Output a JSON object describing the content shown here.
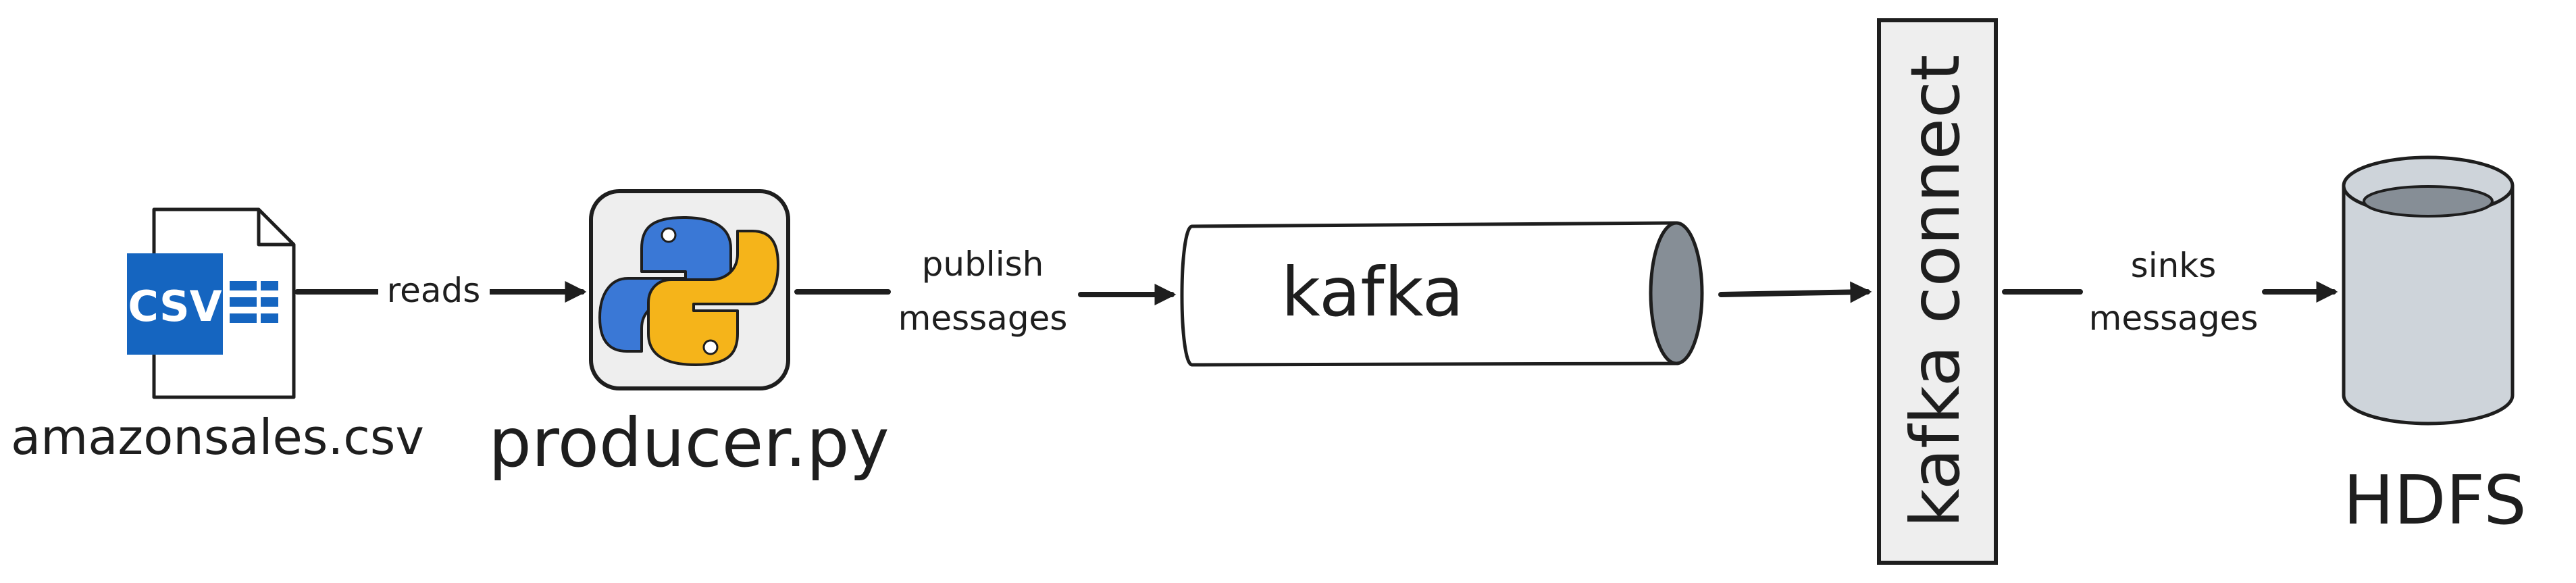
{
  "nodes": {
    "csv_file": {
      "badge": "CSV",
      "label": "amazonsales.csv",
      "colors": {
        "badge": "#1565c0",
        "badge_text": "#ffffff"
      }
    },
    "producer": {
      "label": "producer.py",
      "icon": "python-logo-icon",
      "colors": {
        "blue": "#3a78d6",
        "yellow": "#f5b41a",
        "tile": "#eeeeee"
      }
    },
    "kafka": {
      "label": "kafka",
      "colors": {
        "cap": "#868e96"
      }
    },
    "kafka_connect": {
      "label": "kafka connect",
      "colors": {
        "fill": "#eeeeee"
      }
    },
    "hdfs": {
      "label": "HDFS",
      "icon": "database-cylinder-icon",
      "colors": {
        "fill": "#ced4da",
        "top": "#868e96"
      }
    }
  },
  "edges": {
    "csv_to_producer": {
      "label": "reads"
    },
    "producer_to_kafka": {
      "label_line1": "publish",
      "label_line2": "messages"
    },
    "kafka_to_connect": {
      "label": ""
    },
    "connect_to_hdfs": {
      "label_line1": "sinks",
      "label_line2": "messages"
    }
  }
}
